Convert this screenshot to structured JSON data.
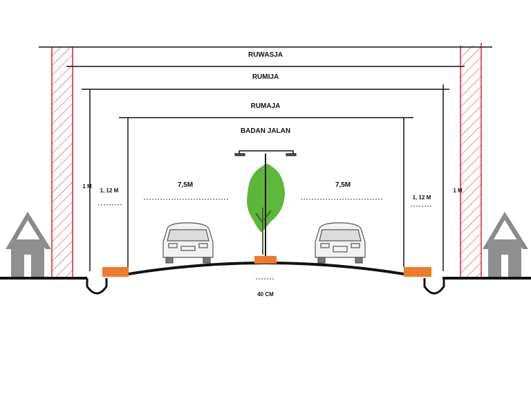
{
  "labels": {
    "ruwasja": "RUWASJA",
    "rumija": "RUMIJA",
    "rumaja": "RUMAJA",
    "badan_jalan": "BADAN JALAN",
    "lane_left": "7,5M",
    "lane_right": "7,5M",
    "sidewalk_left": "1, 12 M",
    "sidewalk_right": "1, 12 M",
    "edge_left": "1 M",
    "edge_right": "1 M",
    "crown": "40 CM"
  },
  "colors": {
    "line": "#111111",
    "hatch": "#e0202a",
    "curb": "#f07a2a",
    "tree": "#5db83a",
    "house_roof": "#8a8a8a",
    "house_body": "#8f8f8f"
  },
  "icons": {
    "house": "house-icon",
    "car": "car-front-icon",
    "tree": "tree-icon",
    "lamp": "street-lamp-icon"
  }
}
